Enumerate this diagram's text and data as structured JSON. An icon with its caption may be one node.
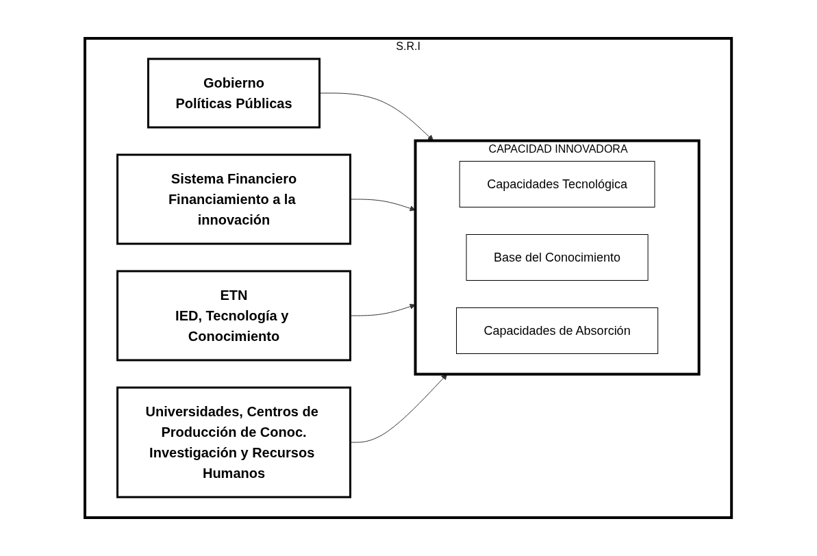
{
  "diagram": {
    "nodes": [
      {
        "text": [
          "S.R.I"
        ]
      },
      {
        "text": [
          "Gobierno",
          "Políticas Públicas"
        ],
        "in": 0
      },
      {
        "text": [
          "Sistema Financiero",
          "Financiamiento a la innovación"
        ],
        "in": 0
      },
      {
        "text": [
          "CAPACIDAD INNOVADORA"
        ],
        "in": 0
      },
      {
        "text": [
          "Capacidades Tecnológica"
        ],
        "in": 3
      },
      {
        "text": [
          "Base del Conocimiento"
        ],
        "in": 3
      },
      {
        "text": [
          "Capacidades de Absorción"
        ],
        "in": 3
      },
      {
        "text": [
          "ETN",
          "IED, Tecnología y Conocimiento"
        ],
        "in": 0
      },
      {
        "text": [
          "Universidades, Centros de Producción de Conoc.",
          "Investigación y Recursos Humanos"
        ],
        "in": 0
      }
    ],
    "edges": [
      {
        "from": 1,
        "to": 3,
        "arrow": "to"
      },
      {
        "from": 2,
        "to": 3,
        "arrow": "to"
      },
      {
        "from": 7,
        "to": 3,
        "arrow": "to"
      },
      {
        "from": 8,
        "to": 3,
        "arrow": "to"
      }
    ]
  }
}
